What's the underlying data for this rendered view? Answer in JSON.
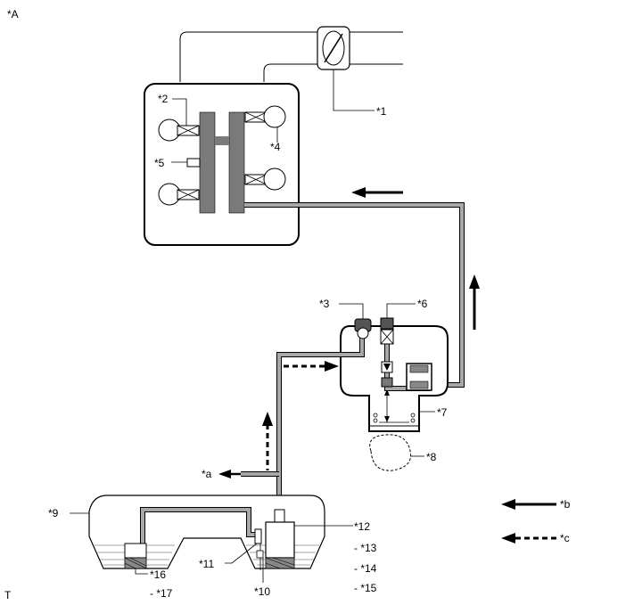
{
  "figure_label": "*A",
  "corner_label": "T",
  "callouts": {
    "c1": "*1",
    "c2": "*2",
    "c3": "*3",
    "c4": "*4",
    "c5": "*5",
    "c6": "*6",
    "c7": "*7",
    "c8": "*8",
    "c9": "*9",
    "c10": "*10",
    "c11": "*11",
    "c12": "*12",
    "c13": "*13",
    "c14": "*14",
    "c15": "*15",
    "c16": "*16",
    "c17": "*17",
    "ca": "*a",
    "cb": "*b",
    "cc": "*c"
  },
  "legend": {
    "solid_arrow": "*b",
    "dashed_arrow": "*c",
    "items": [
      "*13",
      "*14",
      "*15",
      "*17"
    ]
  }
}
